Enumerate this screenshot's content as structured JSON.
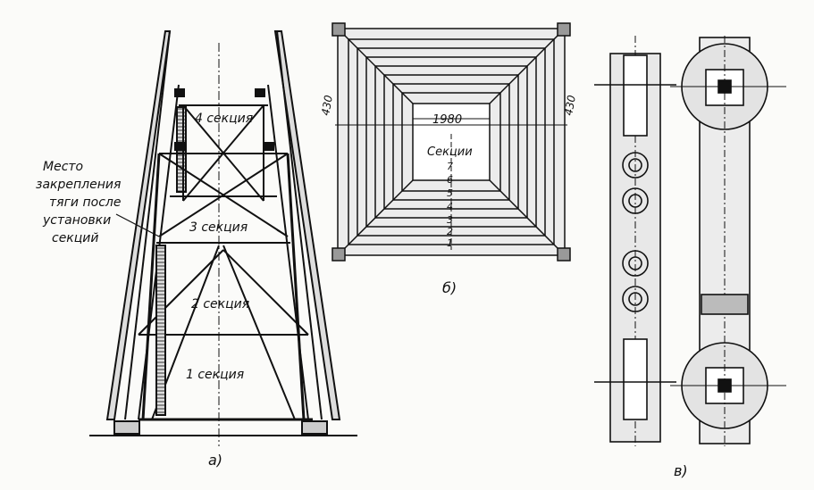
{
  "tower": {
    "callout_line1": "Место",
    "callout_line2": "закрепления",
    "callout_line3": "тяги после",
    "callout_line4": "установки",
    "callout_line5": "секций",
    "section4": "4 секция",
    "section3": "3 секция",
    "section2": "2 секция",
    "section1": "1 секция",
    "caption": "а)"
  },
  "plan": {
    "dim_left": "430",
    "dim_right": "430",
    "dim_center": "1980",
    "center_label": "Секции",
    "numbers": [
      "7",
      "6",
      "5",
      "4",
      "3",
      "2",
      "1"
    ],
    "caption": "б)"
  },
  "detail": {
    "caption": "в)"
  }
}
